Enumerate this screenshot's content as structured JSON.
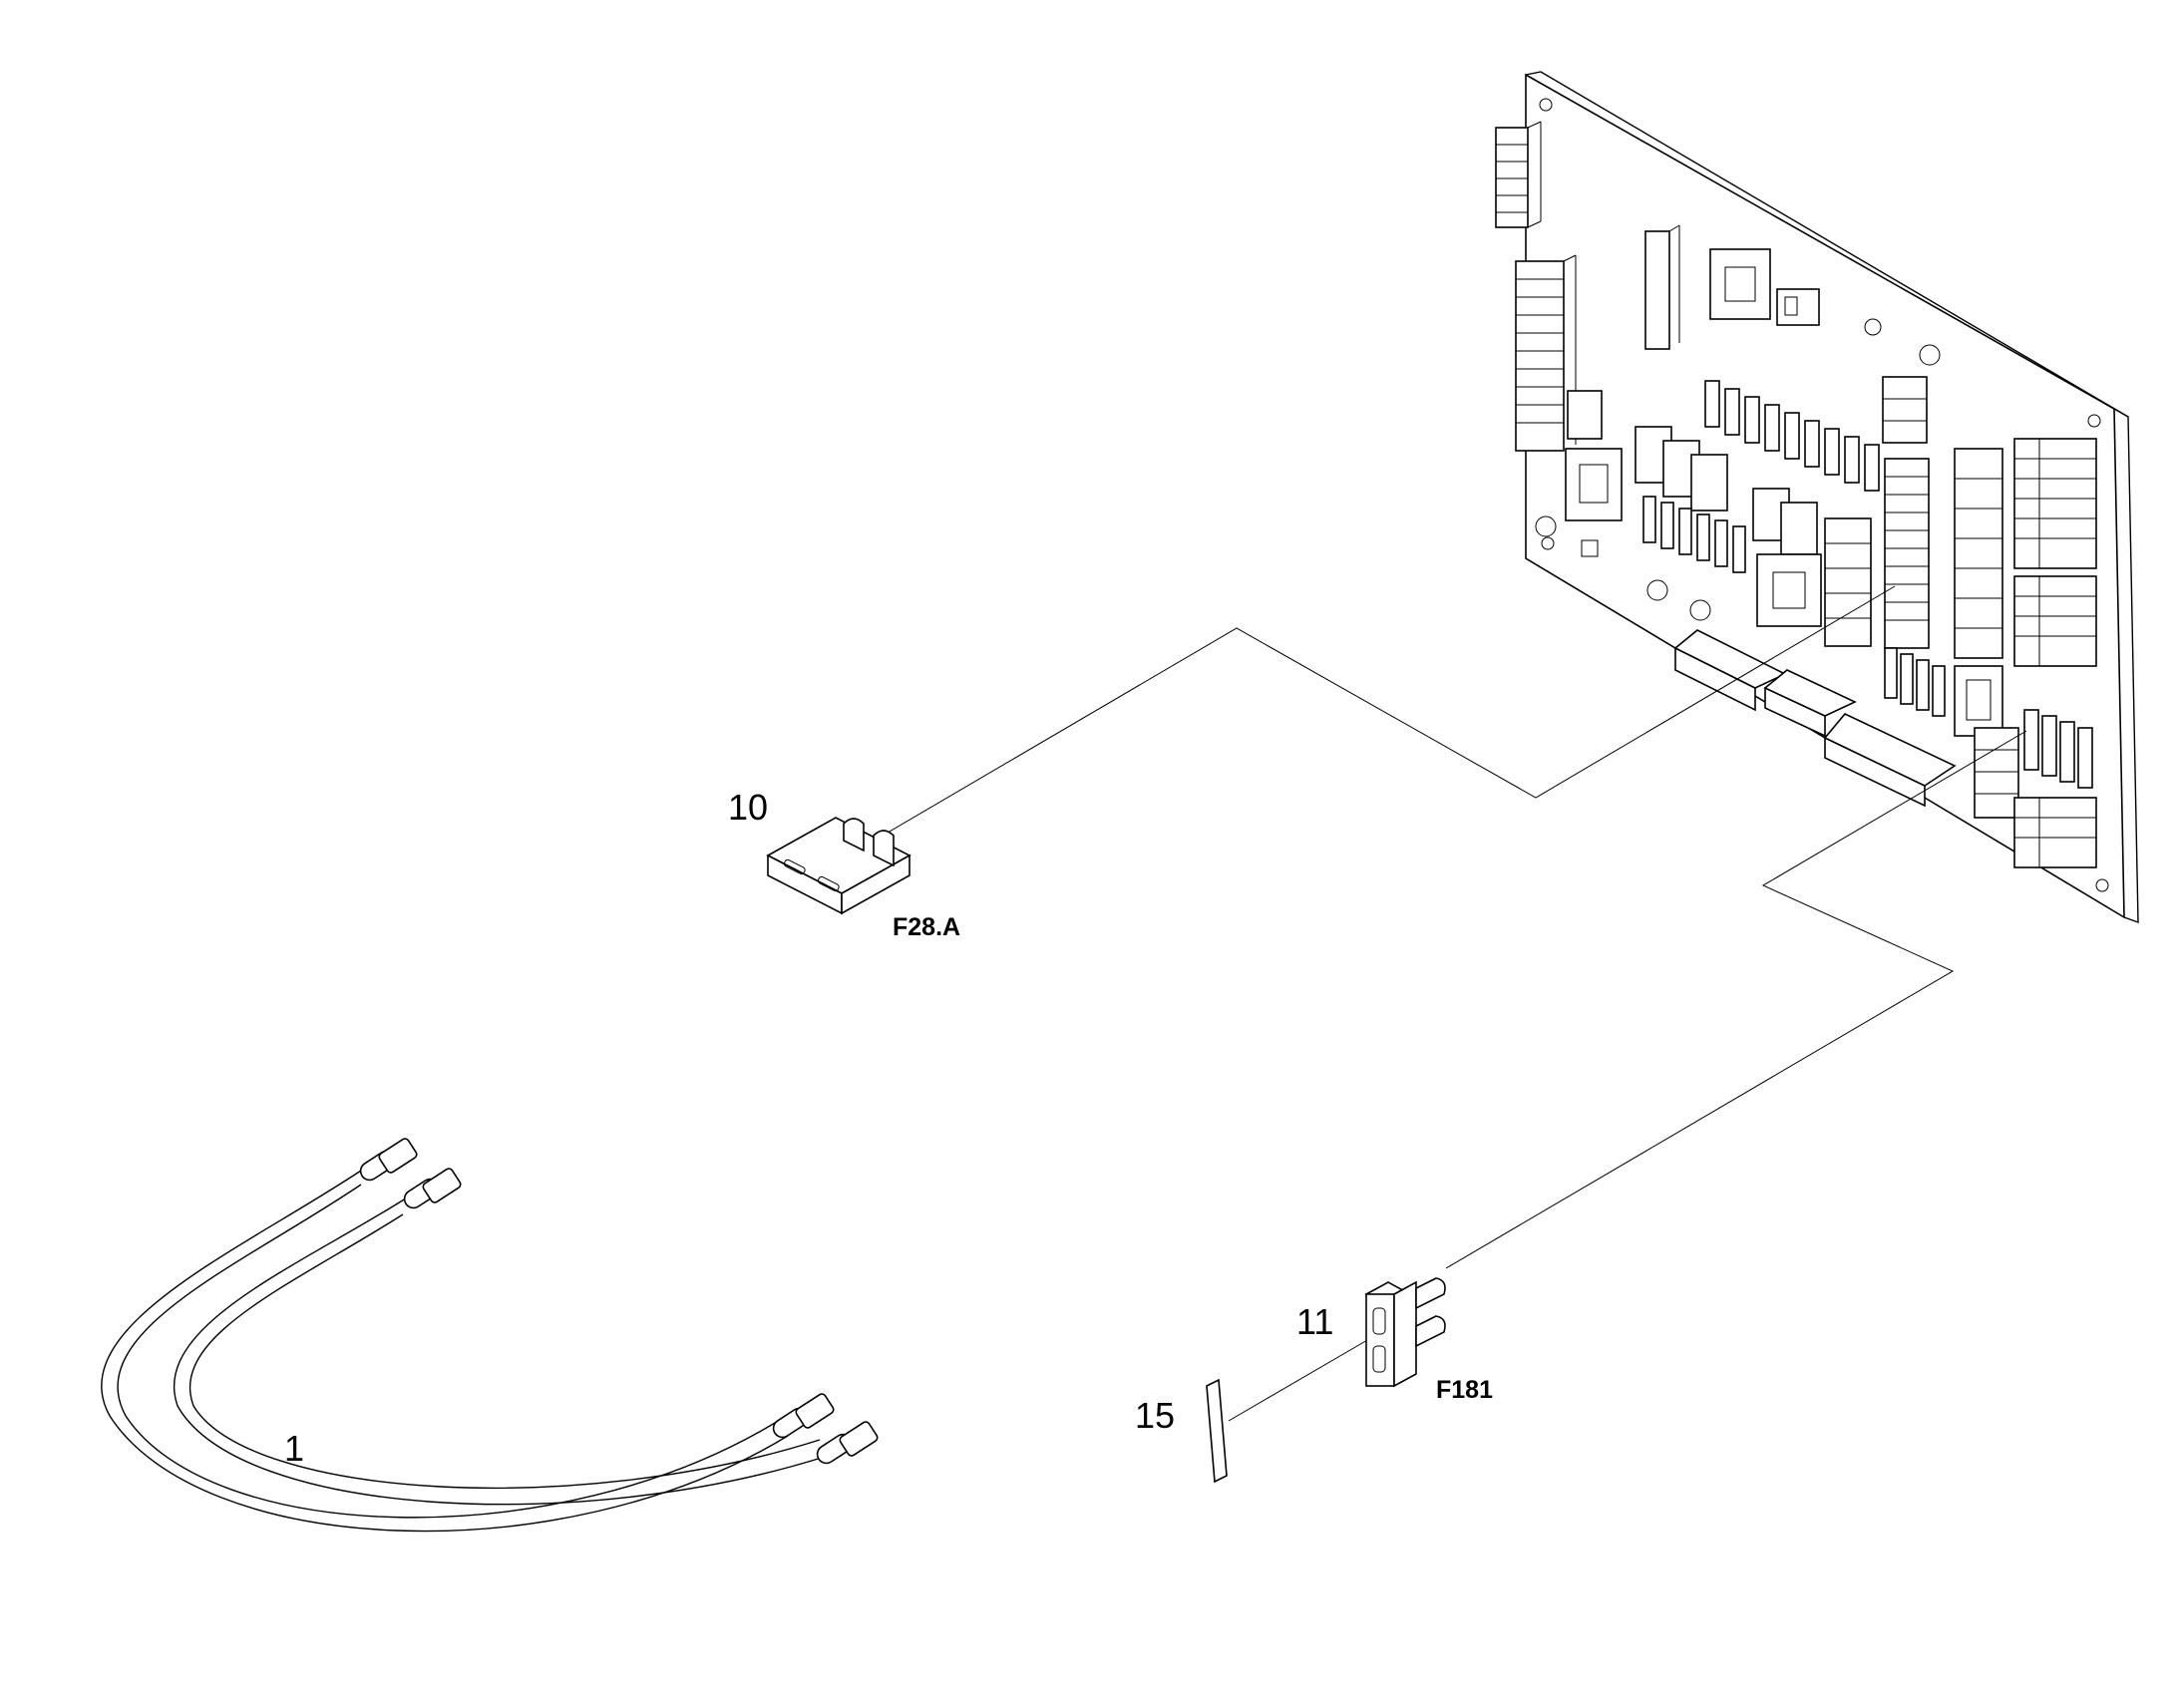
{
  "diagram": {
    "callouts": {
      "item_1": "1",
      "item_10": "10",
      "item_11": "11",
      "item_15": "15"
    },
    "fuse_codes": {
      "fuse_10": "F28.A",
      "fuse_11": "F181"
    }
  },
  "icons": [
    "circuit-board-icon",
    "blade-fuse-icon",
    "wire-harness-icon",
    "label-strip-icon"
  ]
}
